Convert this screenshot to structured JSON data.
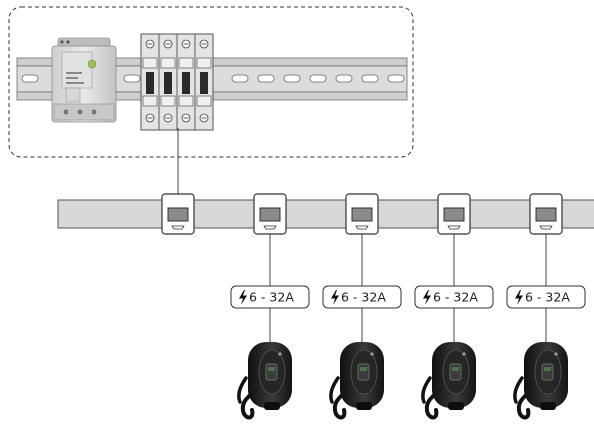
{
  "cabinet": {
    "components": [
      "din-rail",
      "controller-module",
      "circuit-breaker"
    ],
    "breaker_poles": 4
  },
  "busbar": {
    "junction_boxes": 5
  },
  "chargers": [
    {
      "current_range": "6 - 32A"
    },
    {
      "current_range": "6 - 32A"
    },
    {
      "current_range": "6 - 32A"
    },
    {
      "current_range": "6 - 32A"
    }
  ],
  "colors": {
    "rail": "#d4d4d4",
    "rail_stroke": "#6e6e6e",
    "busbar": "#d8d8d8",
    "charger_body": "#1e1e1e",
    "outline": "#333333"
  },
  "icons": [
    "bolt-icon",
    "ev-charger-icon",
    "junction-box-icon",
    "din-rail-icon"
  ]
}
